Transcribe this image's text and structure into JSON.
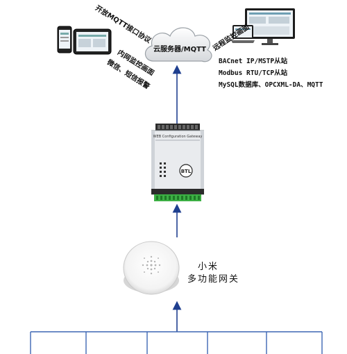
{
  "cloud": {
    "label": "云服务器/MQTT"
  },
  "labels": {
    "open_mqtt": "开放MQTT接口协议",
    "intranet_monitor": "内网监控画面",
    "wechat_sms": "微信、短信报警",
    "remote_monitor": "远程监控画面",
    "bacnet": "BACnet IP/MSTP从站",
    "modbus": "Modbus RTU/TCP从站",
    "mysql": "MySQL数据库、OPCXML-DA、MQTT"
  },
  "gateway": {
    "title": "WEB Configuration Gateway",
    "logo": "BTL"
  },
  "xiaomi": {
    "line1": "小米",
    "line2": "多功能网关"
  },
  "colors": {
    "arrow": "#1f3f8f",
    "bus": "#3d67b3",
    "terminal": "#3cb044"
  }
}
